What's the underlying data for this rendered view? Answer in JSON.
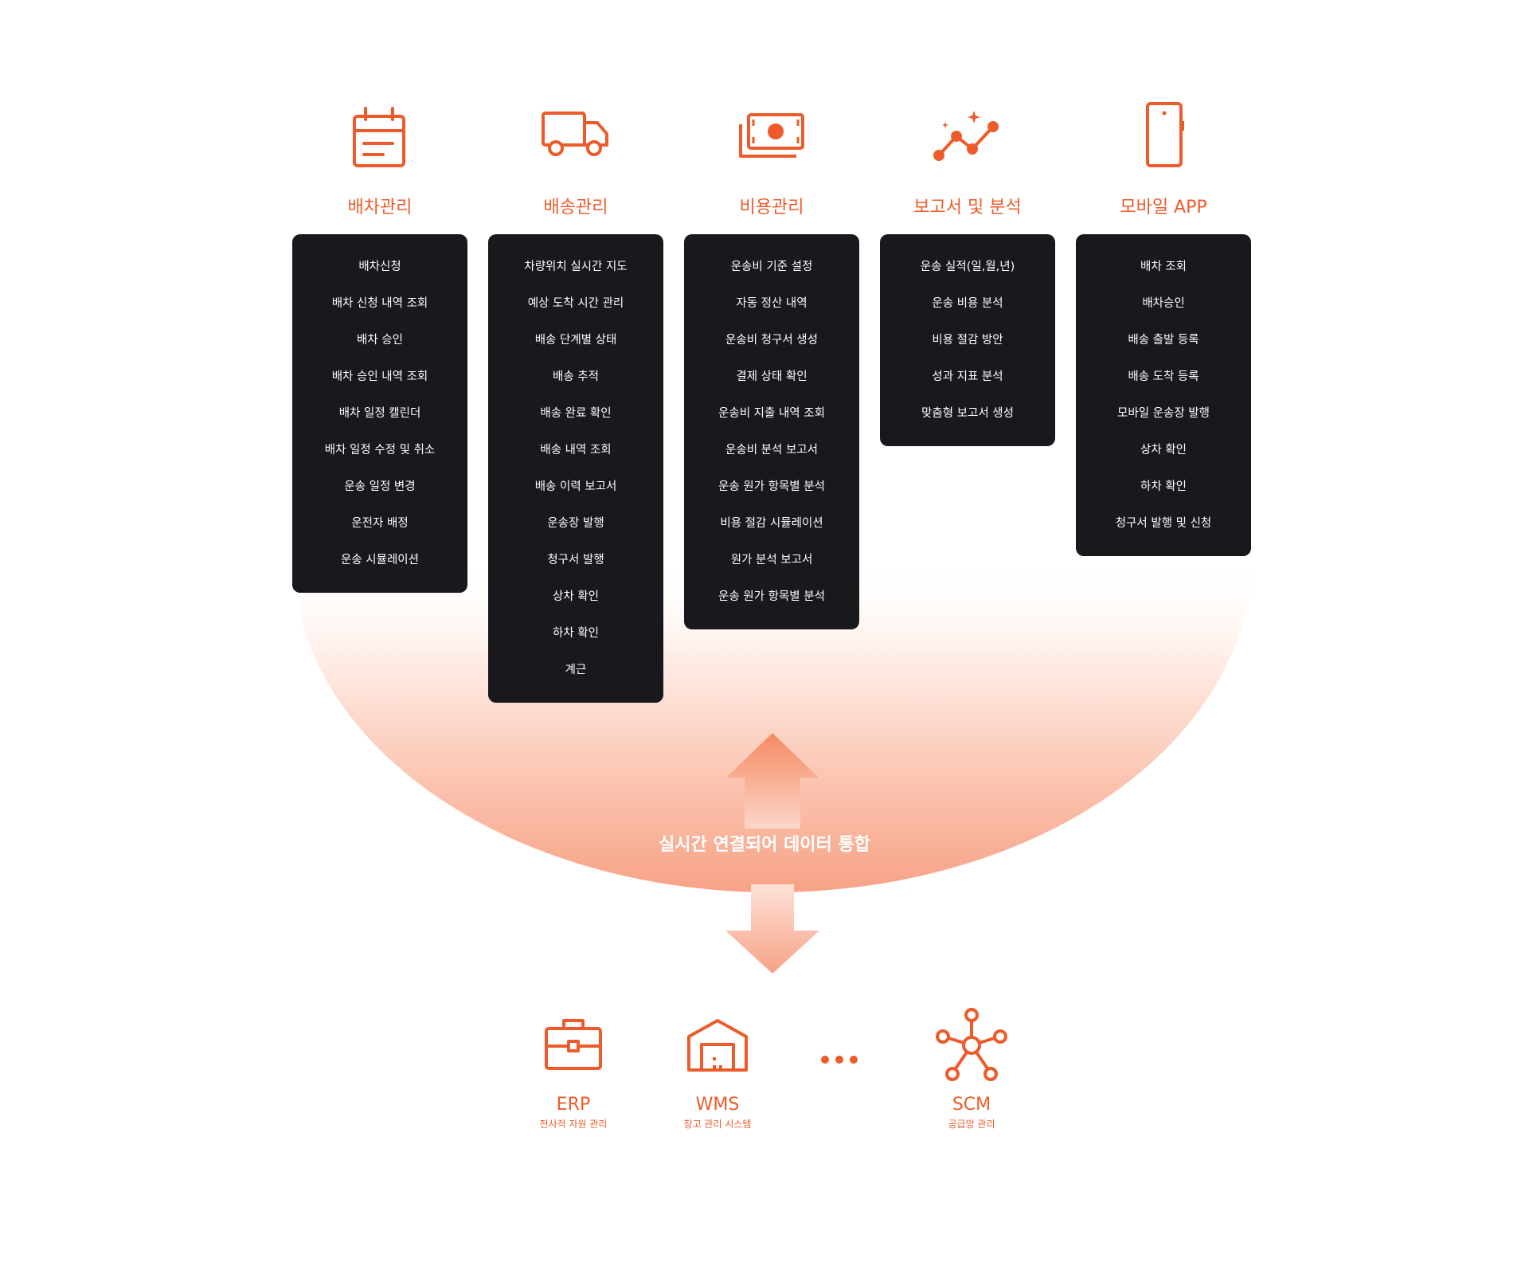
{
  "colors": {
    "accent": "#ee5b2a",
    "panel": "#18181d",
    "gradient_light": "#fff6f2",
    "gradient_deep": "#f7a286"
  },
  "modules": [
    {
      "icon": "calendar-icon",
      "title": "배차관리",
      "items": [
        "배차신청",
        "배차 신청 내역 조회",
        "배차 승인",
        "배차 승인 내역 조회",
        "배차 일정 캘린더",
        "배차 일정 수정 및 취소",
        "운송 일정 변경",
        "운전자 배정",
        "운송 시뮬레이션"
      ]
    },
    {
      "icon": "truck-icon",
      "title": "배송관리",
      "items": [
        "차량위치 실시간 지도",
        "예상 도착 시간 관리",
        "배송 단계별 상태",
        "배송 추적",
        "배송 완료 확인",
        "배송 내역 조회",
        "배송 이력 보고서",
        "운송장 발행",
        "청구서 발행",
        "상차 확인",
        "하차 확인",
        "계근"
      ]
    },
    {
      "icon": "money-icon",
      "title": "비용관리",
      "items": [
        "운송비 기준 설정",
        "자동 정산 내역",
        "운송비 청구서 생성",
        "결제 상태 확인",
        "운송비 지출 내역 조회",
        "운송비 분석 보고서",
        "운송 원가 항목별 분석",
        "비용 절감 시뮬레이션",
        "원가 분석 보고서",
        "운송 원가 항목별 분석"
      ]
    },
    {
      "icon": "trend-chart-icon",
      "title": "보고서 및 분석",
      "items": [
        "운송 실적(일,월,년)",
        "운송 비용 분석",
        "비용 절감 방안",
        "성과 지표 분석",
        "맞춤형 보고서 생성"
      ]
    },
    {
      "icon": "smartphone-icon",
      "title": "모바일 APP",
      "items": [
        "배차 조회",
        "배차승인",
        "배송 출발 등록",
        "배송 도착 등록",
        "모바일 운송장 발행",
        "상차 확인",
        "하차 확인",
        "청구서 발행 및 신청"
      ]
    }
  ],
  "center_label": "실시간 연결되어 데이터 통합",
  "systems": [
    {
      "icon": "briefcase-icon",
      "name": "ERP",
      "sub": "전사적 자원 관리"
    },
    {
      "icon": "warehouse-icon",
      "name": "WMS",
      "sub": "창고 관리 시스템"
    },
    {
      "icon": "network-icon",
      "name": "SCM",
      "sub": "공급망 관리"
    }
  ]
}
